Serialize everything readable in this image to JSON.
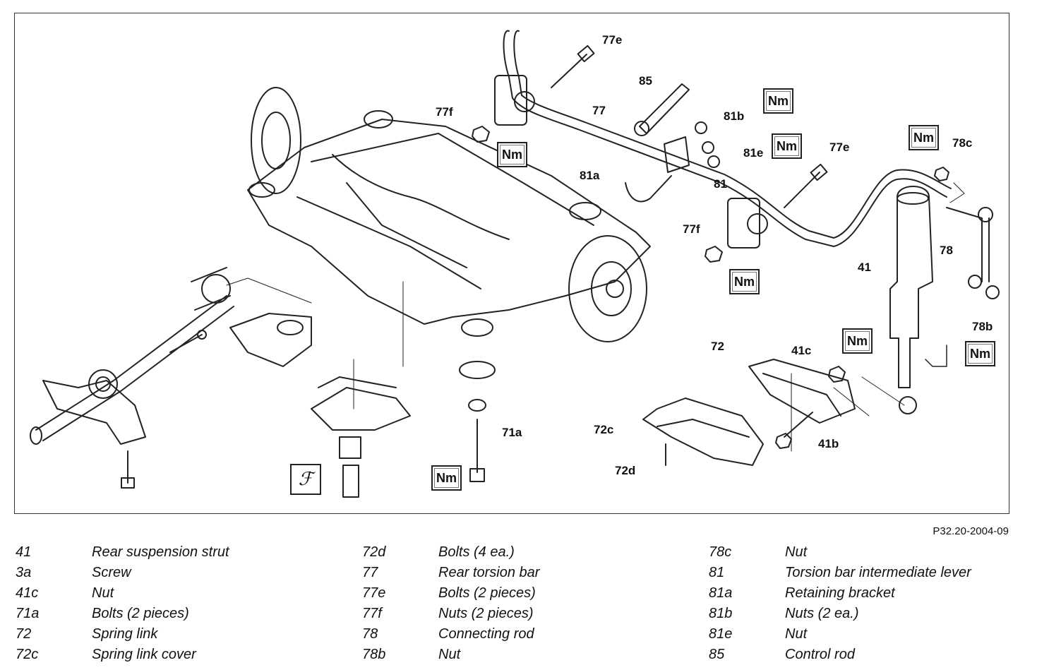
{
  "callouts": {
    "c77e_top": "77e",
    "c77": "77",
    "c77f_top": "77f",
    "c85": "85",
    "c81b": "81b",
    "c81e": "81e",
    "c81a": "81a",
    "c81": "81",
    "c77e_right": "77e",
    "c78c": "78c",
    "c77f_bottom": "77f",
    "c41": "41",
    "c78": "78",
    "c78b": "78b",
    "c72": "72",
    "c41c": "41c",
    "c41b": "41b",
    "c72c": "72c",
    "c72d": "72d",
    "c71a": "71a"
  },
  "torque_symbol": "Nm",
  "special_tool_symbol": "ℱ",
  "figure_ref": "P32.20-2004-09",
  "legend": [
    [
      {
        "id": "41",
        "desc": "Rear suspension strut"
      },
      {
        "id": "3a",
        "desc": "Screw"
      },
      {
        "id": "41c",
        "desc": "Nut"
      },
      {
        "id": "71a",
        "desc": "Bolts (2 pieces)"
      },
      {
        "id": "72",
        "desc": "Spring link"
      },
      {
        "id": "72c",
        "desc": "Spring link cover"
      }
    ],
    [
      {
        "id": "72d",
        "desc": "Bolts (4 ea.)"
      },
      {
        "id": "77",
        "desc": "Rear torsion bar"
      },
      {
        "id": "77e",
        "desc": "Bolts (2 pieces)"
      },
      {
        "id": "77f",
        "desc": "Nuts (2 pieces)"
      },
      {
        "id": "78",
        "desc": "Connecting rod"
      },
      {
        "id": "78b",
        "desc": "Nut"
      }
    ],
    [
      {
        "id": "78c",
        "desc": "Nut"
      },
      {
        "id": "81",
        "desc": "Torsion bar intermediate lever"
      },
      {
        "id": "81a",
        "desc": "Retaining bracket"
      },
      {
        "id": "81b",
        "desc": "Nuts (2 ea.)"
      },
      {
        "id": "81e",
        "desc": "Nut"
      },
      {
        "id": "85",
        "desc": "Control rod"
      }
    ]
  ]
}
